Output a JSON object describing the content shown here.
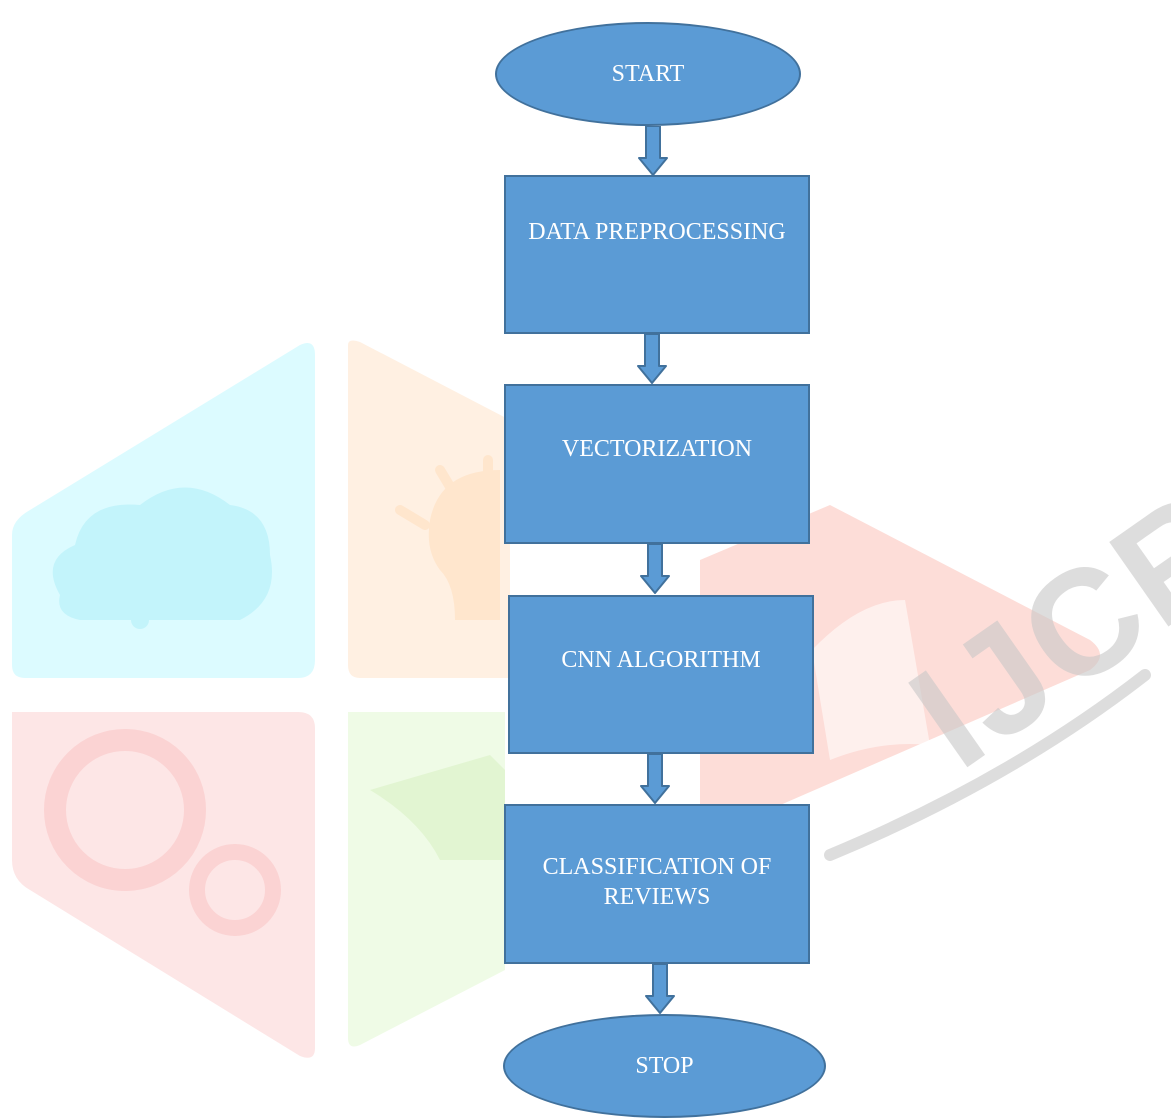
{
  "watermark": {
    "text": "IJCRT"
  },
  "flowchart": {
    "colors": {
      "fill": "#5b9bd5",
      "stroke": "#41719c",
      "text": "#ffffff"
    },
    "nodes": [
      {
        "id": "start",
        "shape": "ellipse",
        "label": "START"
      },
      {
        "id": "data-preprocessing",
        "shape": "rect",
        "label": "DATA PREPROCESSING"
      },
      {
        "id": "vectorization",
        "shape": "rect",
        "label": "VECTORIZATION"
      },
      {
        "id": "cnn-algorithm",
        "shape": "rect",
        "label": "CNN ALGORITHM"
      },
      {
        "id": "classification",
        "shape": "rect",
        "label": "CLASSIFICATION OF REVIEWS"
      },
      {
        "id": "stop",
        "shape": "ellipse",
        "label": "STOP"
      }
    ],
    "edges": [
      {
        "from": "start",
        "to": "data-preprocessing"
      },
      {
        "from": "data-preprocessing",
        "to": "vectorization"
      },
      {
        "from": "vectorization",
        "to": "cnn-algorithm"
      },
      {
        "from": "cnn-algorithm",
        "to": "classification"
      },
      {
        "from": "classification",
        "to": "stop"
      }
    ]
  }
}
